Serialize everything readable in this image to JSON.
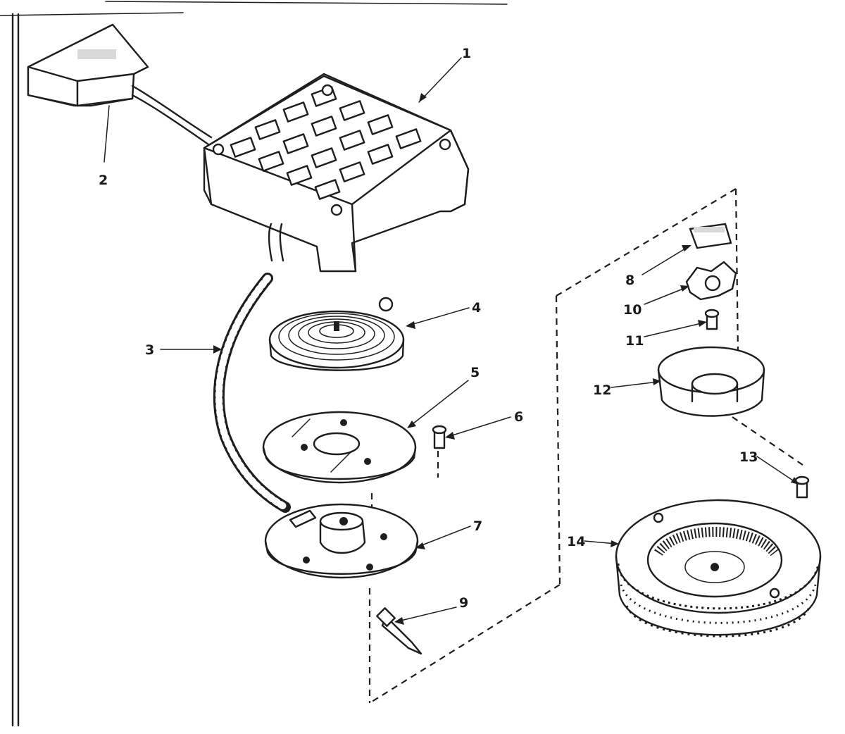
{
  "parts": [
    {
      "id": "part-1",
      "label": "1"
    },
    {
      "id": "part-2",
      "label": "2"
    },
    {
      "id": "part-3",
      "label": "3"
    },
    {
      "id": "part-4",
      "label": "4"
    },
    {
      "id": "part-5",
      "label": "5"
    },
    {
      "id": "part-6",
      "label": "6"
    },
    {
      "id": "part-7",
      "label": "7"
    },
    {
      "id": "part-8",
      "label": "8"
    },
    {
      "id": "part-9",
      "label": "9"
    },
    {
      "id": "part-10",
      "label": "10"
    },
    {
      "id": "part-11",
      "label": "11"
    },
    {
      "id": "part-12",
      "label": "12"
    },
    {
      "id": "part-13",
      "label": "13"
    },
    {
      "id": "part-14",
      "label": "14"
    }
  ],
  "colors": {
    "ink": "#1e1e1e",
    "paper": "#ffffff",
    "shade": "#d9d9d9"
  }
}
